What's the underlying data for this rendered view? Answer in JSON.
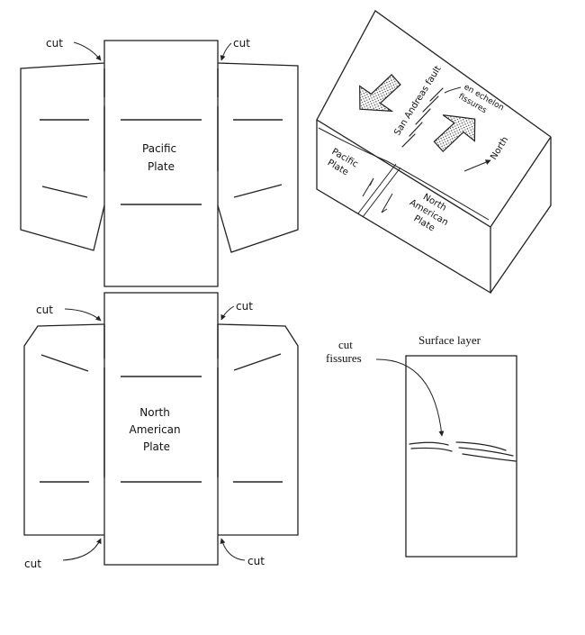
{
  "pacific_net": {
    "label_lines": [
      "Pacific",
      "Plate"
    ],
    "cut_left": "cut",
    "cut_right": "cut"
  },
  "north_american_net": {
    "label_lines": [
      "North",
      "American",
      "Plate"
    ],
    "cut_top_left": "cut",
    "cut_top_right": "cut",
    "cut_bottom_left": "cut",
    "cut_bottom_right": "cut"
  },
  "block_model": {
    "fault_label": "San Andreas fault",
    "fissures_label_lines": [
      "en echelon",
      "fissures"
    ],
    "north_label": "North",
    "pacific_label_lines": [
      "Pacific",
      "Plate"
    ],
    "north_american_label_lines": [
      "North",
      "American",
      "Plate"
    ]
  },
  "surface_layer": {
    "title": "Surface layer",
    "callout_lines": [
      "cut",
      "fissures"
    ]
  }
}
